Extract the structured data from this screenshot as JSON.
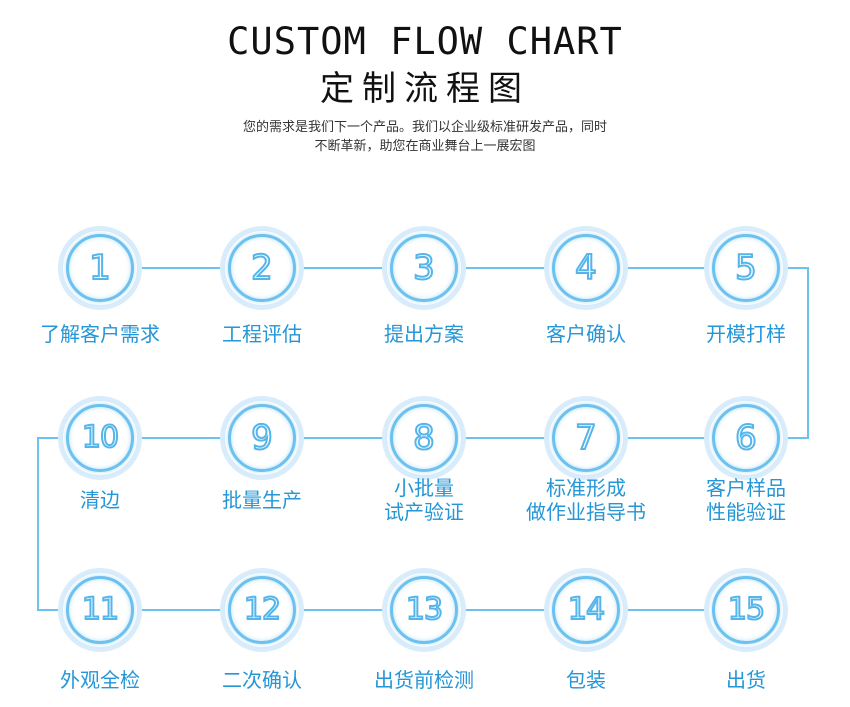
{
  "header": {
    "title_en": "CUSTOM FLOW CHART",
    "title_cn": "定制流程图",
    "subtitle_lines": [
      "您的需求是我们下一个产品。我们以企业级标准研发产品，同时",
      "不断革新，助您在商业舞台上一展宏图"
    ]
  },
  "colors": {
    "accent": "#55b5ea",
    "line": "#6cc1ef",
    "label": "#2596d6",
    "title": "#111111"
  },
  "steps": [
    {
      "number": "1",
      "label_lines": [
        "了解客户需求"
      ]
    },
    {
      "number": "2",
      "label_lines": [
        "工程评估"
      ]
    },
    {
      "number": "3",
      "label_lines": [
        "提出方案"
      ]
    },
    {
      "number": "4",
      "label_lines": [
        "客户确认"
      ]
    },
    {
      "number": "5",
      "label_lines": [
        "开模打样"
      ]
    },
    {
      "number": "6",
      "label_lines": [
        "客户样品",
        "性能验证"
      ]
    },
    {
      "number": "7",
      "label_lines": [
        "标准形成",
        "做作业指导书"
      ]
    },
    {
      "number": "8",
      "label_lines": [
        "小批量",
        "试产验证"
      ]
    },
    {
      "number": "9",
      "label_lines": [
        "批量生产"
      ]
    },
    {
      "number": "10",
      "label_lines": [
        "清边"
      ]
    },
    {
      "number": "11",
      "label_lines": [
        "外观全检"
      ]
    },
    {
      "number": "12",
      "label_lines": [
        "二次确认"
      ]
    },
    {
      "number": "13",
      "label_lines": [
        "出货前检测"
      ]
    },
    {
      "number": "14",
      "label_lines": [
        "包装"
      ]
    },
    {
      "number": "15",
      "label_lines": [
        "出货"
      ]
    }
  ]
}
